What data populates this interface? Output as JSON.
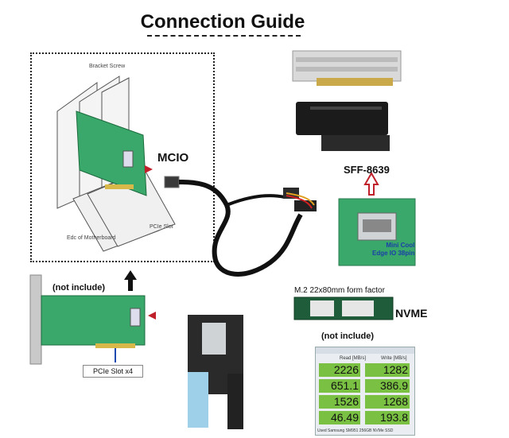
{
  "title": "Connection Guide",
  "labels": {
    "bracket_screw": "Bracket Screw",
    "pcie_slot": "PCIe Slot",
    "motherboard": "Edc of Motherboard",
    "mcio": "MCIO",
    "sff": "SFF-8639",
    "edge_line1": "Mini Cool",
    "edge_line2": "Edge IO 38pin",
    "not_include_1": "(not include)",
    "not_include_2": "(not include)",
    "m2": "M.2 22x80mm form factor",
    "nvme": "NVME",
    "slot_x4": "PCIe Slot x4"
  },
  "benchmark": {
    "col_read": "Read [MB/s]",
    "col_write": "Write [MB/s]",
    "rows": [
      {
        "read": "2226",
        "write": "1282"
      },
      {
        "read": "651.1",
        "write": "386.9"
      },
      {
        "read": "1526",
        "write": "1268"
      },
      {
        "read": "46.49",
        "write": "193.8"
      }
    ],
    "footer": "Used Samsung SM951 256GB NVMe SSD"
  },
  "colors": {
    "pcb": "#3aa86a",
    "bench_cell": "#7ac143",
    "arrow_red": "#c0202a",
    "cable": "#111111"
  }
}
